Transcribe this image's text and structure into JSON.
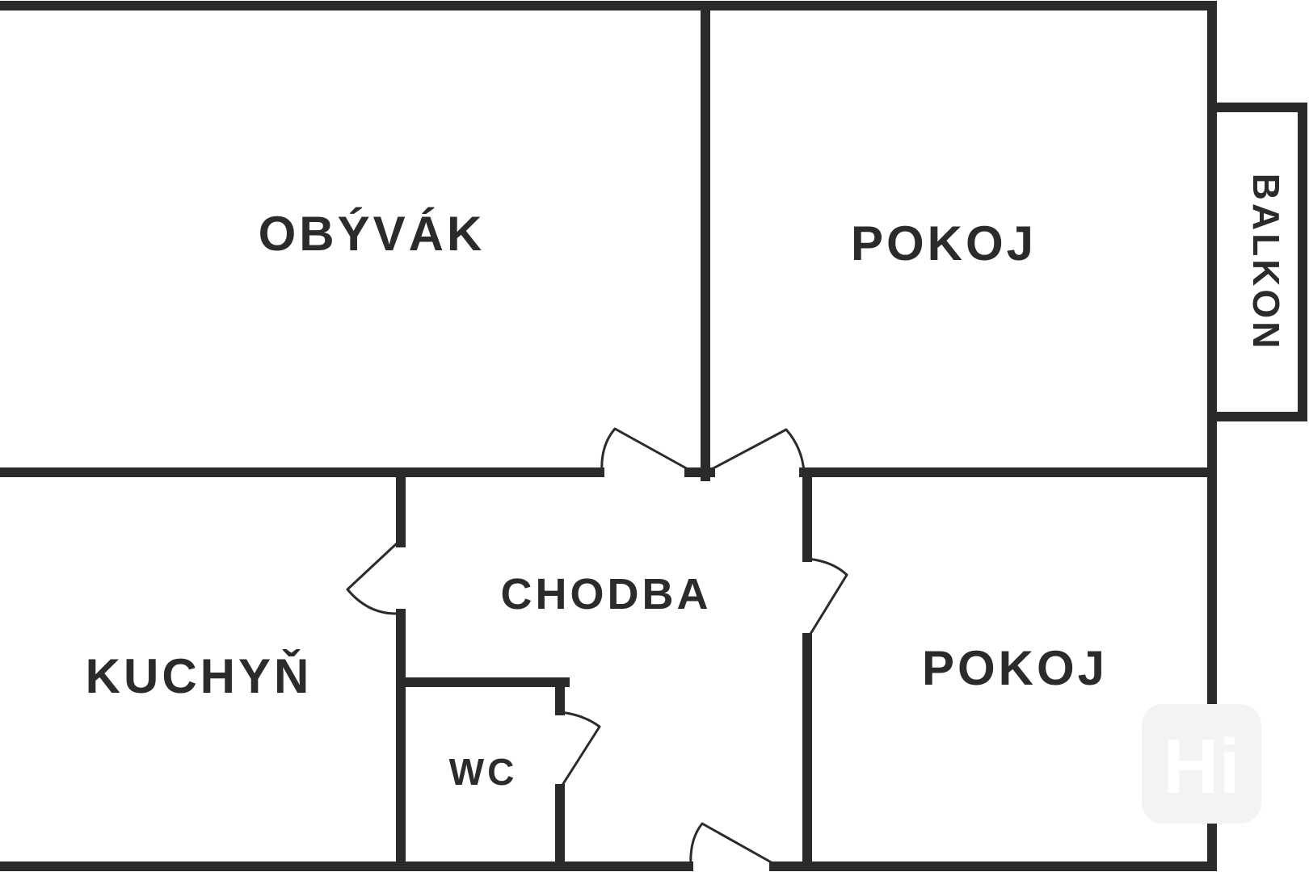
{
  "rooms": {
    "obyvak": "OBÝVÁK",
    "pokoj_top": "POKOJ",
    "balkon": "BALKON",
    "kuchyn": "KUCHYŇ",
    "chodba": "CHODBA",
    "pokoj_bottom": "POKOJ",
    "wc": "WC"
  },
  "watermark": {
    "text": "Hi",
    "background_color": "#f3f3f3",
    "text_color": "#ffffff"
  },
  "colors": {
    "wall": "#2b2b2b",
    "background": "#ffffff"
  }
}
